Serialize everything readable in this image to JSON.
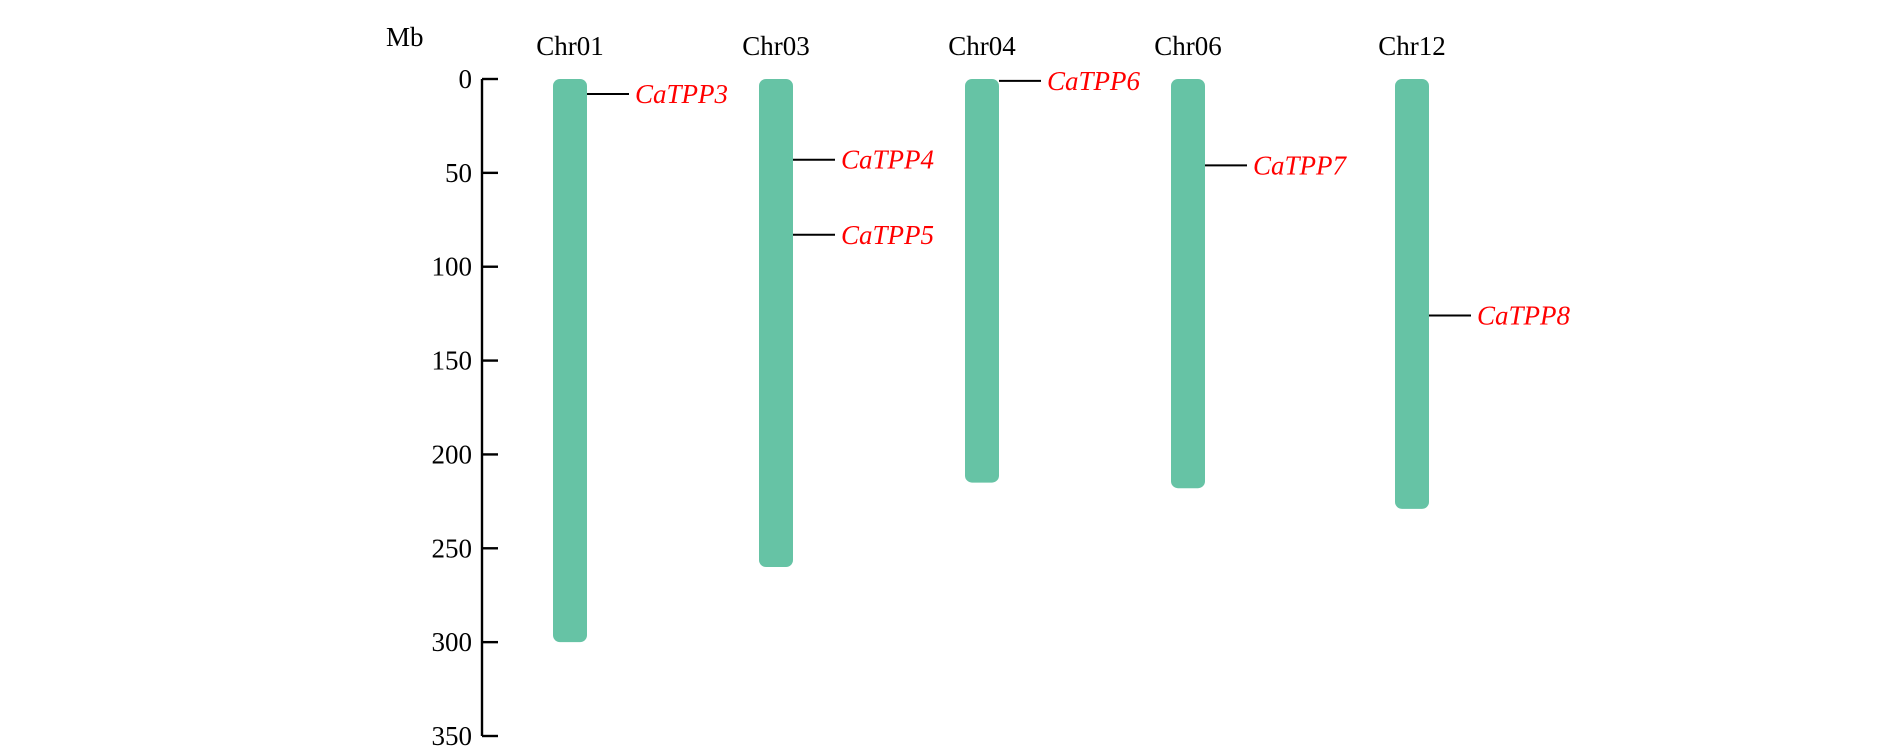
{
  "axis": {
    "unit_label": "Mb",
    "range": [
      0,
      350
    ],
    "ticks": [
      0,
      50,
      100,
      150,
      200,
      250,
      300,
      350
    ]
  },
  "colors": {
    "chromosome": "#66c3a5",
    "gene_label": "#ff0000",
    "axis": "#000000"
  },
  "chromosomes": [
    {
      "name": "Chr01",
      "length": 300,
      "genes": [
        {
          "name": "CaTPP3",
          "position": 8
        }
      ]
    },
    {
      "name": "Chr03",
      "length": 260,
      "genes": [
        {
          "name": "CaTPP4",
          "position": 43
        },
        {
          "name": "CaTPP5",
          "position": 83
        }
      ]
    },
    {
      "name": "Chr04",
      "length": 215,
      "genes": [
        {
          "name": "CaTPP6",
          "position": 1
        }
      ]
    },
    {
      "name": "Chr06",
      "length": 218,
      "genes": [
        {
          "name": "CaTPP7",
          "position": 46
        }
      ]
    },
    {
      "name": "Chr12",
      "length": 229,
      "genes": [
        {
          "name": "CaTPP8",
          "position": 126
        }
      ]
    }
  ]
}
